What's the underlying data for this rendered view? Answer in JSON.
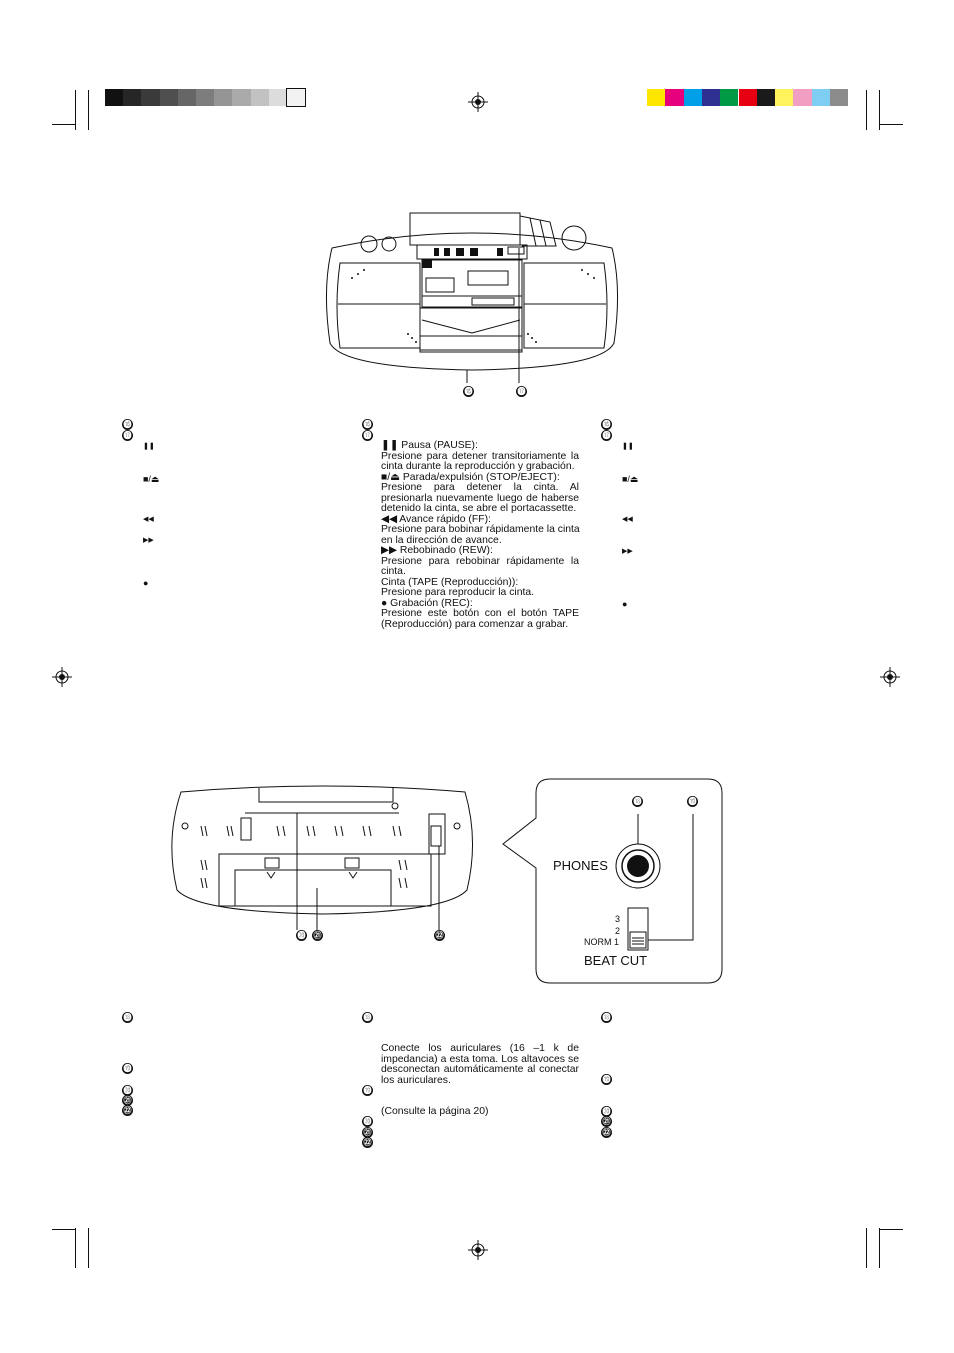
{
  "colors": {
    "gray_bar": [
      "#111111",
      "#262626",
      "#3a3a3a",
      "#4f4f4f",
      "#666666",
      "#7d7d7d",
      "#959595",
      "#aaaaaa",
      "#c2c2c2",
      "#dcdcdc",
      "#f2f2f2"
    ],
    "color_bar": [
      "#ffe600",
      "#e6007e",
      "#00a0e9",
      "#2e3192",
      "#009944",
      "#e60012",
      "#1a1a1a",
      "#fff45c",
      "#f19ec2",
      "#7ecef4",
      "#8c8c8c"
    ]
  },
  "callouts": {
    "c16": "⓰",
    "c17": "⓱",
    "c18": "⓲",
    "c19": "⓳",
    "c20": "⓴",
    "c21": "㉑",
    "c22": "㉒"
  },
  "side_glyphs": {
    "pause": "❚❚",
    "stop_eject": "■/⏏",
    "ff": "◀◀",
    "rew": "▶▶",
    "rec": "●"
  },
  "tape_section": {
    "lines": [
      "❚❚ Pausa (PAUSE):",
      "Presione para detener transitoriamente la",
      "cinta durante la reproducción y grabación.",
      "■/⏏ Parada/expulsión (STOP/EJECT):",
      "Presione para detener la cinta. Al",
      "presionarla nuevamente luego de haberse",
      "detenido la cinta, se abre el portacassette.",
      "◀◀ Avance rápido (FF):",
      "Presione para bobinar rápidamente la cinta",
      "en la dirección de avance.",
      "▶▶ Rebobinado (REW):",
      "Presione para rebobinar rápidamente la",
      "cinta.",
      "Cinta (TAPE (Reproducción)):",
      "Presione para reproducir la cinta.",
      "● Grabación (REC):",
      "Presione este botón con el botón TAPE",
      "(Reproducción) para comenzar a grabar."
    ]
  },
  "phones_section": {
    "lines": [
      "Conecte los auriculares (16     –1 k    de",
      "impedancia) a esta toma. Los altavoces se",
      "desconectan automáticamente al conectar",
      "los auriculares."
    ],
    "page_ref": "(Consulte la página 20)"
  },
  "detail": {
    "phones_label": "PHONES",
    "beat_cut_label": "BEAT CUT",
    "pos3": "3",
    "pos2": "2",
    "norm1": "NORM 1"
  }
}
